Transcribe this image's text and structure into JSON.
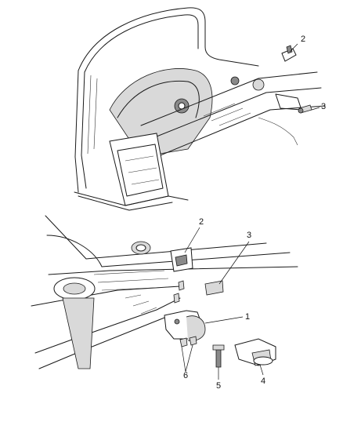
{
  "callouts": {
    "top_2": "2",
    "top_3": "3",
    "bottom_2": "2",
    "bottom_3": "3",
    "bottom_1": "1",
    "bottom_4": "4",
    "bottom_5": "5",
    "bottom_6": "6"
  }
}
